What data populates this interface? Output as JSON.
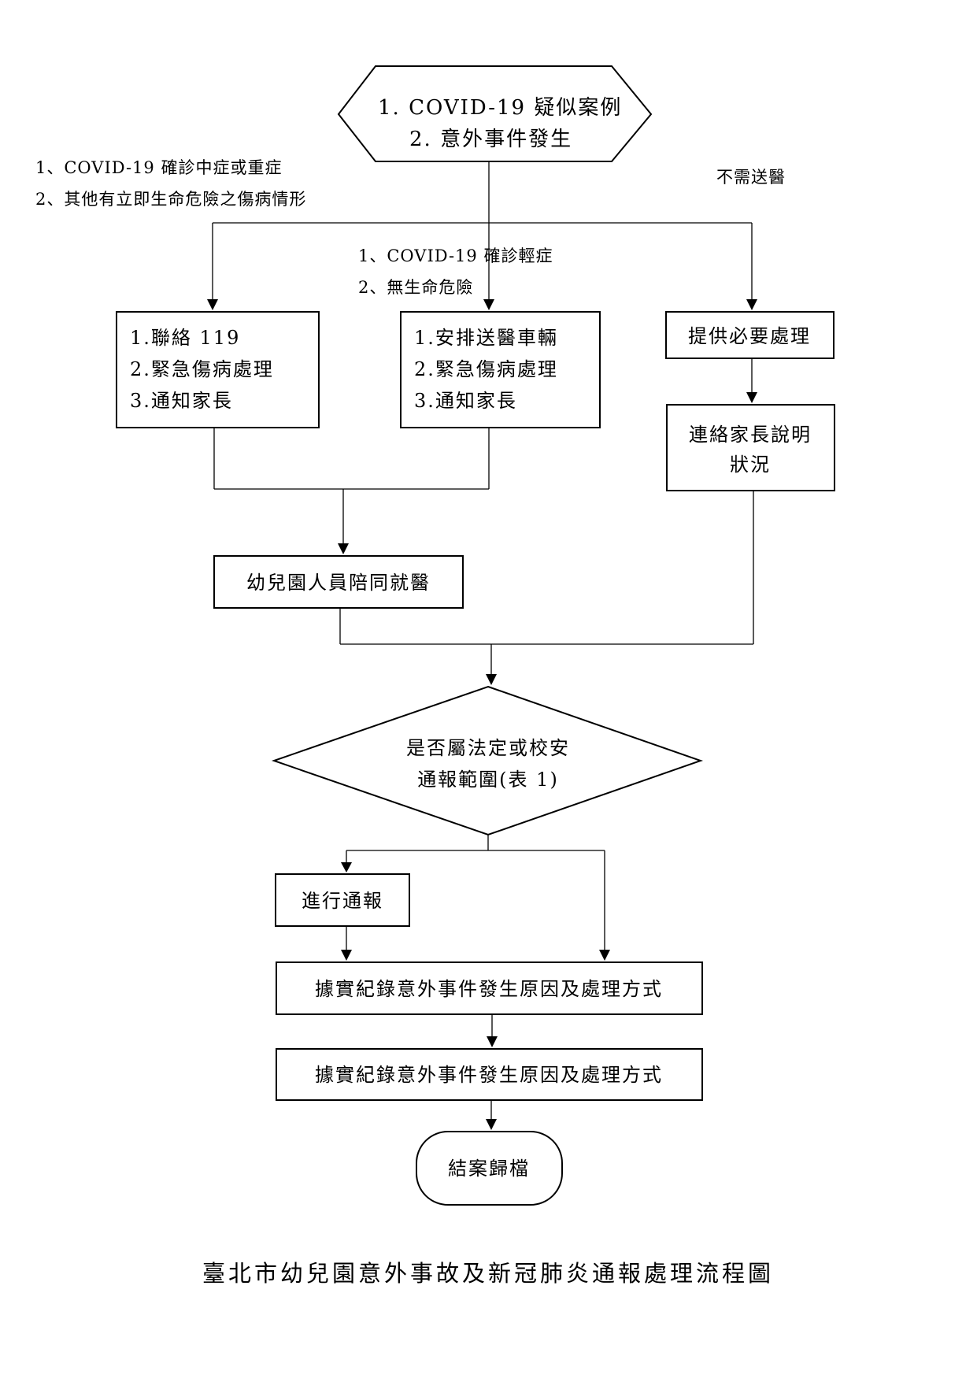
{
  "start": {
    "lines": [
      "1.  COVID-19 疑似案例",
      "2. 意外事件發生"
    ]
  },
  "branch_labels": {
    "severe": [
      "1、COVID-19 確診中症或重症",
      "2、其他有立即生命危險之傷病情形"
    ],
    "mild": [
      "1、COVID-19 確診輕症",
      "2、無生命危險"
    ],
    "no_hospital": "不需送醫"
  },
  "box_severe": {
    "lines": [
      "1.聯絡 119",
      "2.緊急傷病處理",
      "3.通知家長"
    ]
  },
  "box_mild": {
    "lines": [
      "1.安排送醫車輛",
      "2.緊急傷病處理",
      "3.通知家長"
    ]
  },
  "box_provide": {
    "label": "提供必要處理"
  },
  "box_contact": {
    "lines": [
      "連絡家長說明",
      "狀況"
    ]
  },
  "box_accompany": {
    "label": "幼兒園人員陪同就醫"
  },
  "decision": {
    "lines": [
      "是否屬法定或校安",
      "通報範圍(表 1)"
    ]
  },
  "box_report": {
    "label": "進行通報"
  },
  "box_record_1": {
    "label": "據實紀錄意外事件發生原因及處理方式"
  },
  "box_record_2": {
    "label": "據實紀錄意外事件發生原因及處理方式"
  },
  "end": {
    "label": "結案歸檔"
  },
  "caption": "臺北市幼兒園意外事故及新冠肺炎通報處理流程圖"
}
